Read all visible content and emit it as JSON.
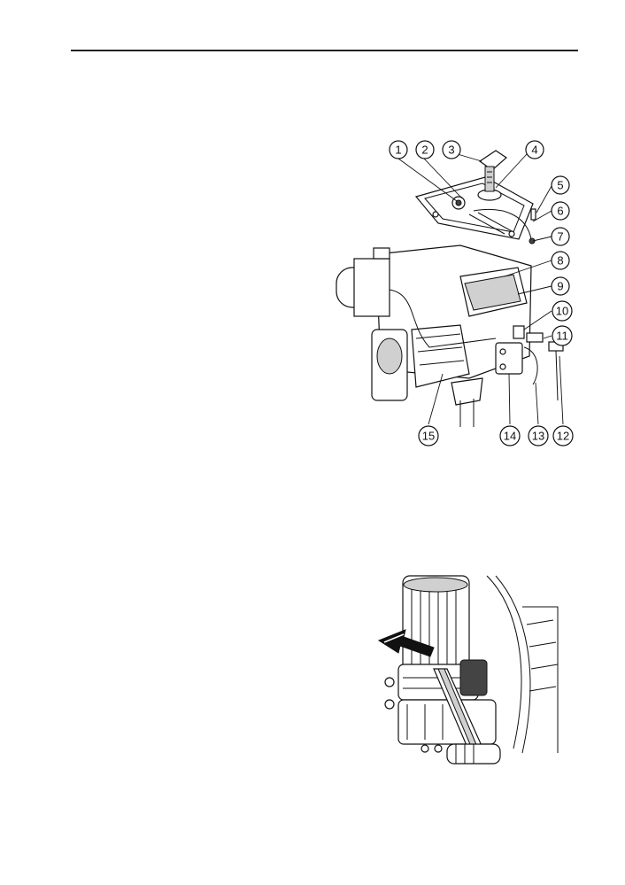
{
  "figure1": {
    "callouts": [
      "1",
      "2",
      "3",
      "4",
      "5",
      "6",
      "7",
      "8",
      "9",
      "10",
      "11",
      "12",
      "13",
      "14",
      "15"
    ]
  },
  "figure2": {
    "arrow": "pointer-arrow"
  }
}
